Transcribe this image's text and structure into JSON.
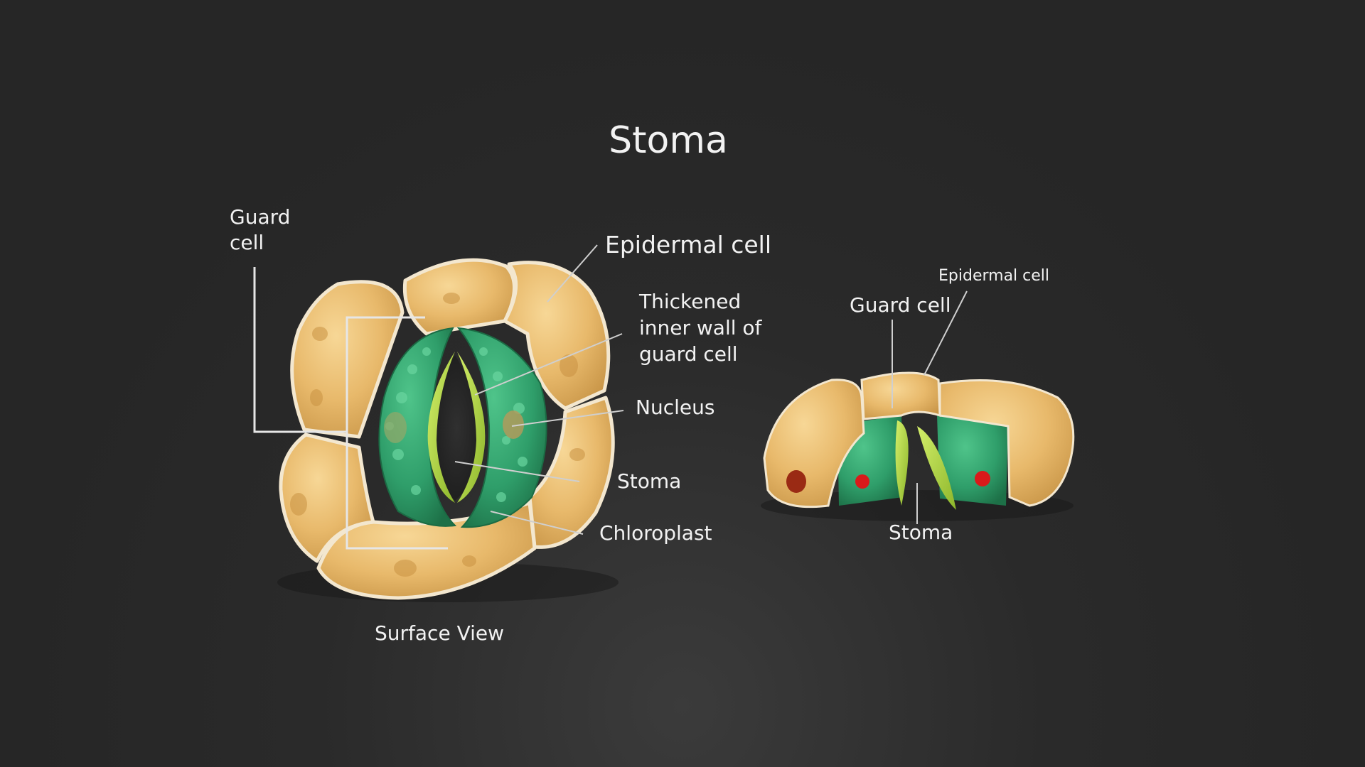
{
  "title": "Stoma",
  "surface_view": {
    "caption": "Surface View",
    "labels": {
      "guard_cell": "Guard\ncell",
      "epidermal_cell": "Epidermal cell",
      "thickened_wall": "Thickened\ninner wall of\nguard cell",
      "nucleus": "Nucleus",
      "stoma": "Stoma",
      "chloroplast": "Chloroplast"
    }
  },
  "cross_section": {
    "labels": {
      "epidermal_cell": "Epidermal cell",
      "guard_cell": "Guard cell",
      "stoma": "Stoma"
    }
  },
  "colors": {
    "background": "#262626",
    "epidermal": "#e8b96b",
    "guard": "#2f9e6a",
    "inner_wall": "#a8cf3c",
    "nucleus_red": "#d91a1a",
    "text": "#f2f2f2"
  }
}
